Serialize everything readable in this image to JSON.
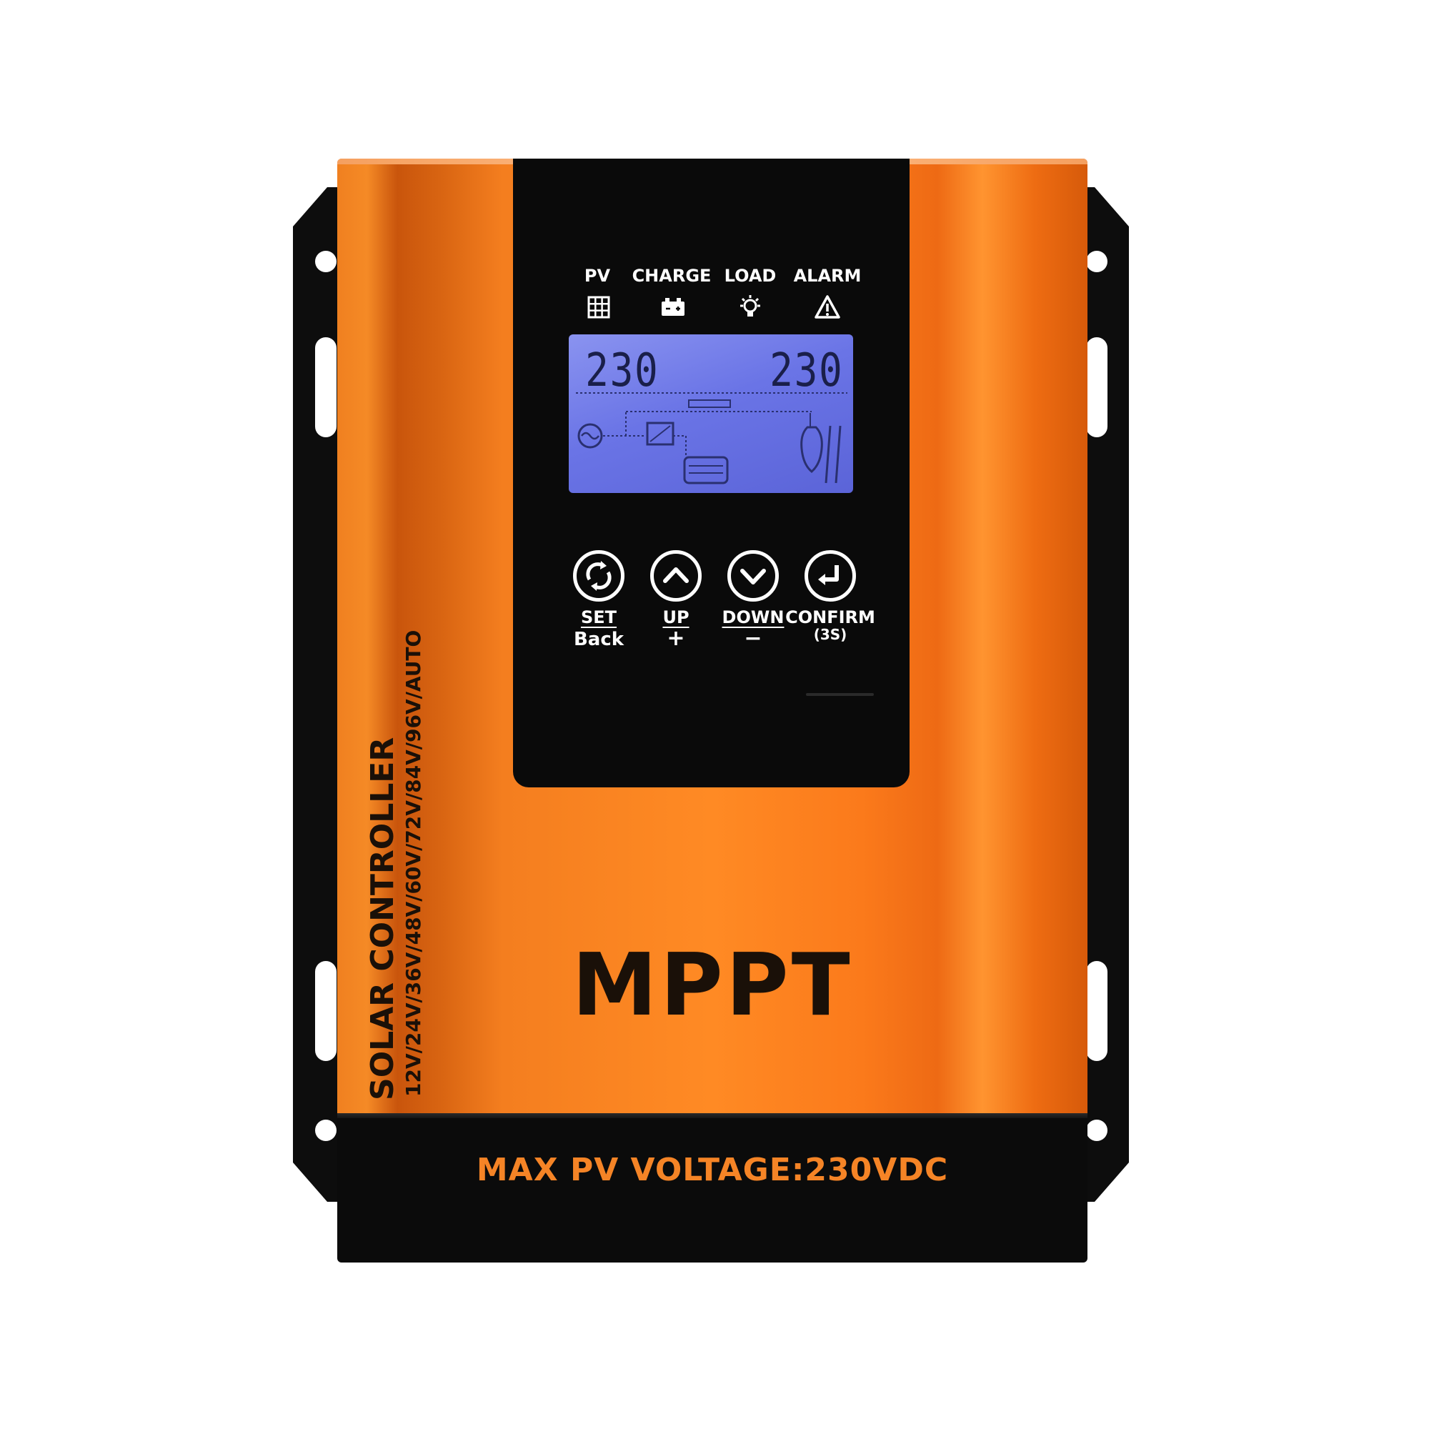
{
  "indicators": {
    "pv": "PV",
    "charge": "CHARGE",
    "load": "LOAD",
    "alarm": "ALARM"
  },
  "lcd": {
    "left_reading": "230",
    "right_reading": "230"
  },
  "buttons": {
    "set": {
      "label": "SET",
      "sub": "Back"
    },
    "up": {
      "label": "UP",
      "sub": "+"
    },
    "down": {
      "label": "DOWN",
      "sub": "−"
    },
    "confirm": {
      "label": "CONFIRM",
      "sub": "(3S)"
    }
  },
  "branding": {
    "mppt": "MPPT",
    "solar_controller": "SOLAR CONTROLLER",
    "voltages": "12V/24V/36V/48V/60V/72V/84V/96V/AUTO",
    "max_pv": "MAX PV VOLTAGE:230VDC"
  },
  "colors": {
    "body_orange": "#f58426",
    "panel_black": "#0a0a0a",
    "lcd_blue": "#6a74e6"
  }
}
